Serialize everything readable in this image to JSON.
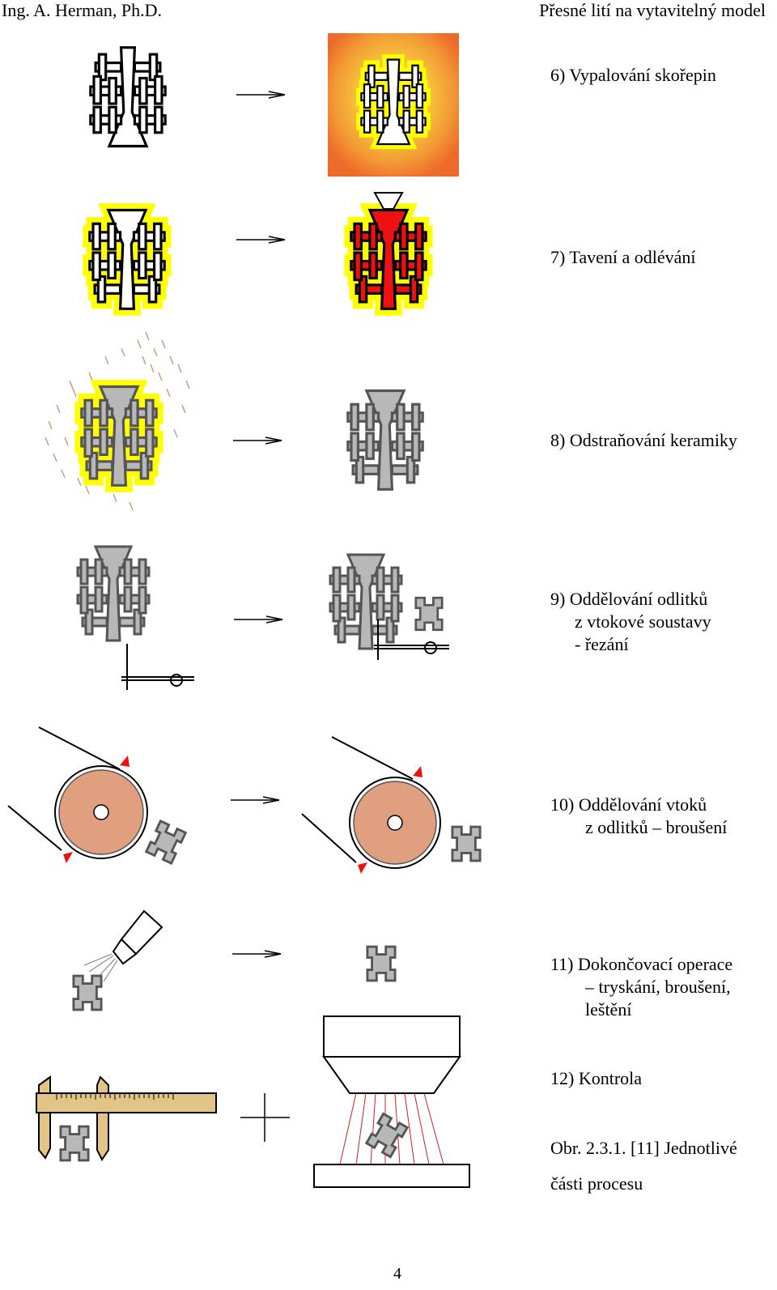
{
  "header": {
    "author": "Ing. A. Herman, Ph.D.",
    "title": "Přesné lití na vytavitelný model"
  },
  "steps": [
    {
      "lines": [
        "6) Vypalování skořepin"
      ]
    },
    {
      "lines": [
        "7) Tavení a odlévání"
      ]
    },
    {
      "lines": [
        "8) Odstraňování keramiky"
      ]
    },
    {
      "lines": [
        "9) Oddělování odlitků",
        "z vtokové soustavy",
        "- řezání"
      ]
    },
    {
      "lines": [
        "10) Oddělování vtoků",
        "z odlitků – broušení"
      ]
    },
    {
      "lines": [
        "11) Dokončovací operace",
        "– tryskání, broušení,",
        "leštění"
      ]
    },
    {
      "lines": [
        "12) Kontrola"
      ]
    }
  ],
  "caption": {
    "line1": "Obr. 2.3.1. [11] Jednotlivé",
    "line2": "části  procesu"
  },
  "page_number": "4",
  "colors": {
    "shell_yellow": "#ffff00",
    "fire_outer": "#f07830",
    "fire_inner": "#f6d43a",
    "molten_red": "#ee1111",
    "casting_gray": "#b8b8b8",
    "wheel_fill": "#e0a080",
    "caliper_wood": "#e2c486",
    "sand_brown": "#c89870",
    "spray_red": "#cc2222"
  }
}
